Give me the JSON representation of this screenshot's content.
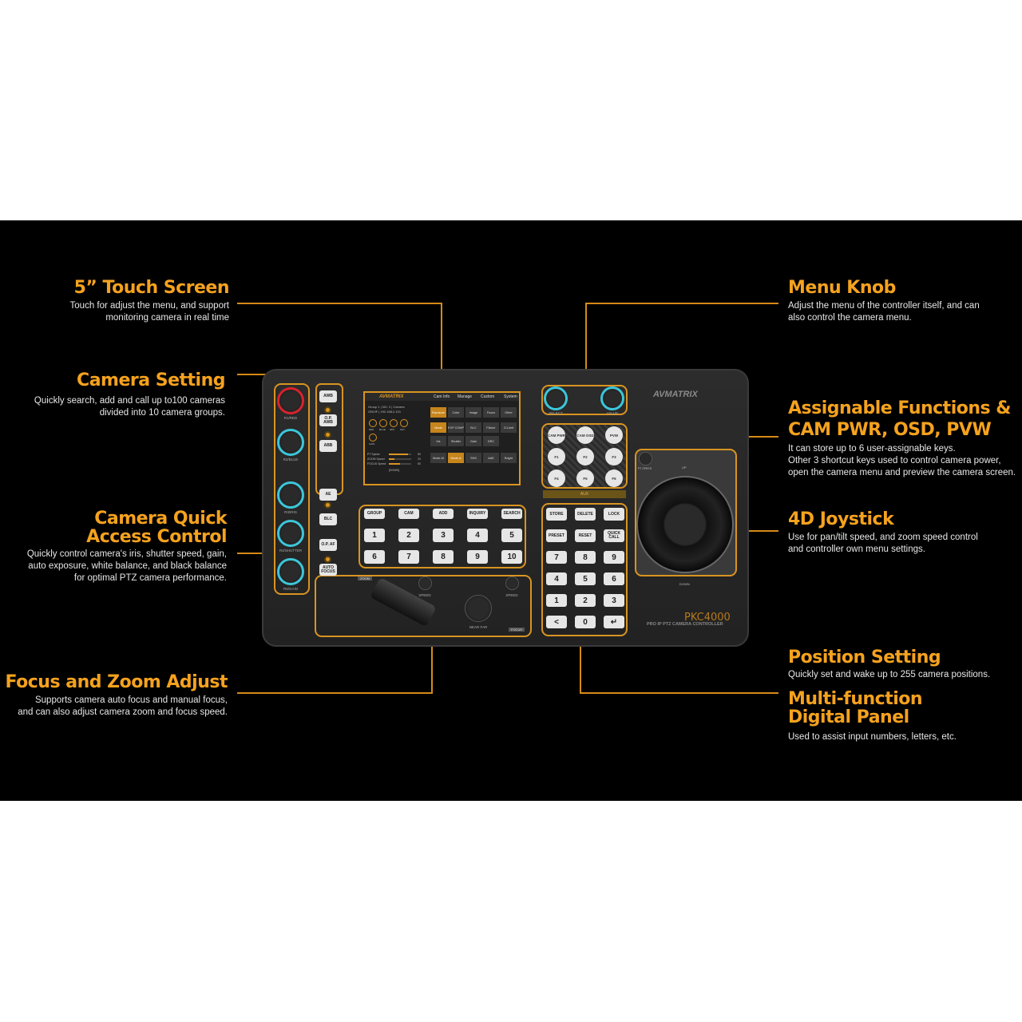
{
  "callouts": {
    "touch_screen": {
      "title": "5” Touch  Screen",
      "desc": [
        "Touch for adjust the menu, and support",
        "monitoring camera in real time"
      ]
    },
    "camera_setting": {
      "title": "Camera Setting",
      "desc": [
        "Quickly search, add and call up to100 cameras",
        "divided into 10 camera groups."
      ]
    },
    "quick_access": {
      "title": [
        "Camera Quick",
        "Access Control"
      ],
      "desc": [
        "Quickly control camera's iris, shutter speed, gain,",
        "auto exposure, white balance, and black balance",
        "for optimal PTZ camera performance."
      ]
    },
    "focus_zoom": {
      "title": "Focus and Zoom Adjust",
      "desc": [
        "Supports camera auto focus and manual focus,",
        "and can also adjust camera zoom and focus speed."
      ]
    },
    "menu_knob": {
      "title": "Menu Knob",
      "desc": [
        "Adjust the menu of the controller itself, and can",
        "also control the camera menu."
      ]
    },
    "assignable": {
      "title": [
        "Assignable Functions &",
        "CAM PWR, OSD, PVW"
      ],
      "desc": [
        "It can store up to 6 user-assignable keys.",
        "Other 3 shortcut keys used to control camera power,",
        "open the camera menu and preview the camera screen."
      ]
    },
    "joystick": {
      "title": "4D Joystick",
      "desc": [
        "Use for pan/tilt speed, and zoom speed control",
        "and controller own menu settings."
      ]
    },
    "position": {
      "title": "Position Setting",
      "desc": [
        "Quickly set and wake up to 255 camera  positions."
      ]
    },
    "digital_panel": {
      "title": [
        "Multi-function",
        "Digital Panel"
      ],
      "desc": [
        "Used to assist input numbers, letters, etc."
      ]
    }
  },
  "device": {
    "brand": "AVMATRIX",
    "model": "PKC4000",
    "subtitle": "PRO IP PTZ CAMERA CONTROLLER",
    "left_knobs": [
      "R1/RED",
      "R2/BLUE",
      "R3/IRIS",
      "R4/SHUTTER",
      "R5/GAIN"
    ],
    "wb_keys": [
      "AWB",
      "O.P. AWB",
      "ABB",
      "AE",
      "BLC",
      "O.P. AF",
      "AUTO FOCUS"
    ],
    "group_keys": [
      "GROUP",
      "CAM",
      "ADD",
      "INQUIRY",
      "SEARCH"
    ],
    "num_keys": [
      "1",
      "2",
      "3",
      "4",
      "5",
      "6",
      "7",
      "8",
      "9",
      "10"
    ],
    "zoom_label": "ZOOM",
    "focus_label": "FOCUS",
    "speed_label": "SPEED",
    "near_far": "NEAR FAR",
    "menu_knobs": [
      "SELECT",
      "VALUE"
    ],
    "aux_keys": [
      "CAM PWR",
      "CAM OSD",
      "PVW",
      "F1",
      "F2",
      "F3",
      "F4",
      "F5",
      "F6"
    ],
    "aux_label": "AUX",
    "pad_keys": [
      "STORE",
      "DELETE",
      "LOCK",
      "PRESET",
      "RESET",
      "QUICK CALL",
      "7",
      "8",
      "9",
      "4",
      "5",
      "6",
      "1",
      "2",
      "3",
      "<",
      "0",
      "↵"
    ],
    "pt_speed": "PT SPEED",
    "up": "UP",
    "down": "DOWN",
    "screen": {
      "tabs": [
        "Cam Info",
        "Manage",
        "Custom",
        "System"
      ],
      "info": [
        "Group 1 | NO. 2 | Camera",
        "ONVIF  |  192.168.2.101"
      ],
      "dials": [
        "RED",
        "BLUE",
        "IRIS",
        "SHT",
        "GAIN"
      ],
      "speeds": [
        {
          "label": "PT Speed",
          "value": "50",
          "fill": 0.85
        },
        {
          "label": "ZOOM Speed",
          "value": "20",
          "fill": 0.25
        },
        {
          "label": "FOCUS Speed",
          "value": "50",
          "fill": 0.5
        }
      ],
      "speed_btn": "[DOWN]",
      "cat_tabs": [
        "Exposure",
        "Color",
        "Image",
        "Focus",
        "Other"
      ],
      "row1": [
        "Mode",
        "EXP COMP",
        "BLC",
        "Flicker",
        "G.Limit"
      ],
      "row2": [
        "Iris",
        "Shutter",
        "Gain",
        "DRC"
      ],
      "row3": [
        "Mode-M",
        "Mode-A",
        "SHS",
        "AAE",
        "Bright"
      ]
    }
  }
}
